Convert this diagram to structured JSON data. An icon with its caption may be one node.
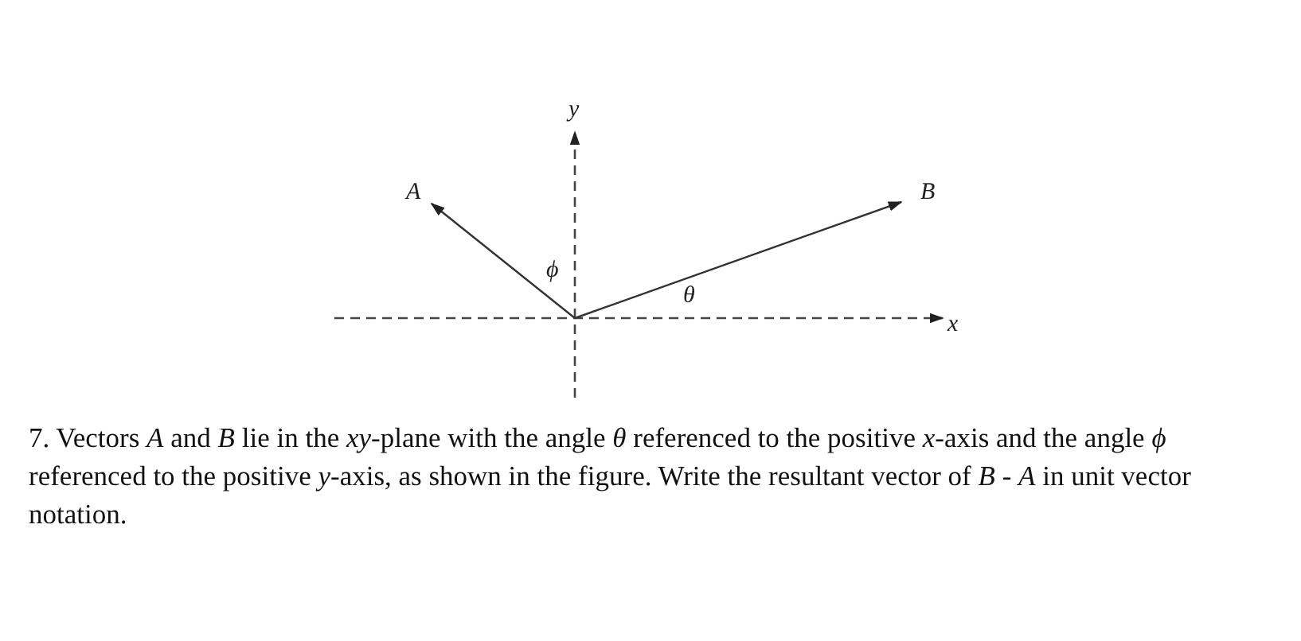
{
  "diagram": {
    "caption": "7. Vectors *A* and *B* lie in the *xy*-plane with the angle *θ* referenced to the positive *x*-axis and the angle *ϕ* referenced to the positive *y*-axis, as shown in the figure. Write the resultant vector of *B* - *A* in unit vector notation.",
    "labels": [
      "y",
      "A",
      "B",
      "ϕ",
      "θ",
      "x"
    ]
  }
}
